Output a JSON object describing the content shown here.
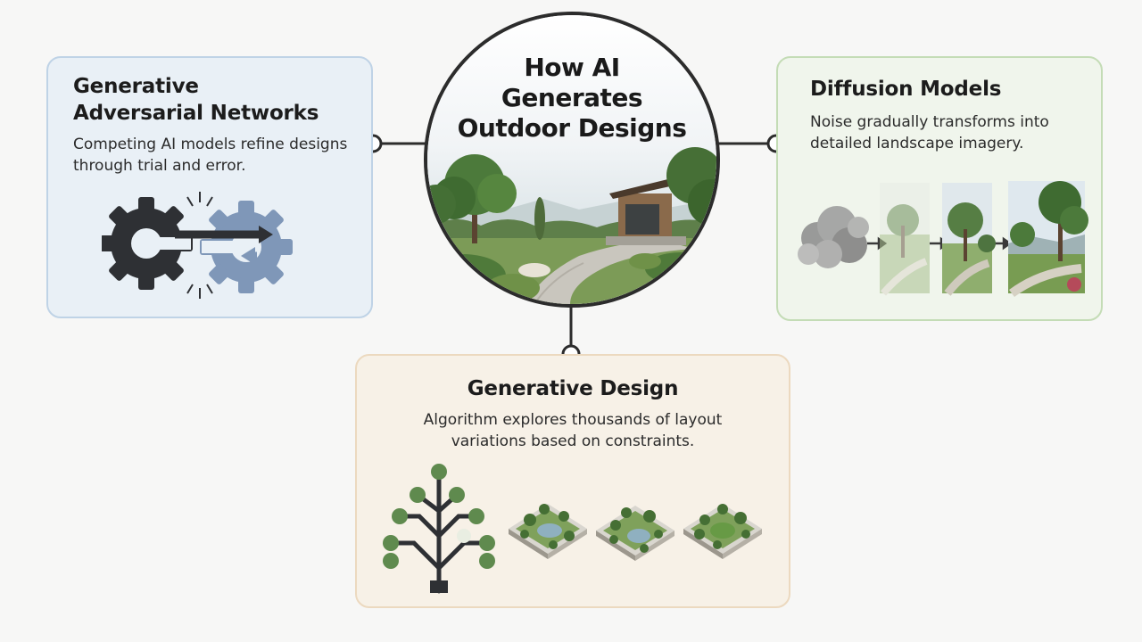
{
  "center": {
    "title_lines": [
      "How AI",
      "Generates",
      "Outdoor Designs"
    ]
  },
  "gan": {
    "title_lines": [
      "Generative",
      "Adversarial Networks"
    ],
    "description": "Competing AI models refine designs through trial and error.",
    "icons": [
      "dark-gear-icon",
      "blue-gear-icon",
      "arrow-right-icon",
      "arrow-left-icon"
    ]
  },
  "diffusion": {
    "title": "Diffusion Models",
    "description": "Noise gradually transforms into detailed landscape imagery.",
    "stages": [
      "noise",
      "faint-landscape",
      "partial-landscape",
      "detailed-landscape"
    ]
  },
  "generative_design": {
    "title": "Generative Design",
    "description": "Algorithm explores thousands of layout variations based on constraints.",
    "layout_variations": [
      "pond-layout",
      "pond-layout-alt",
      "lawn-layout"
    ]
  },
  "colors": {
    "gan_bg": "#e9f0f6",
    "diffusion_bg": "#f0f5ec",
    "generative_bg": "#f7f1e7",
    "connector": "#2c2c2c",
    "tree_node_green": "#5f8a4e"
  }
}
